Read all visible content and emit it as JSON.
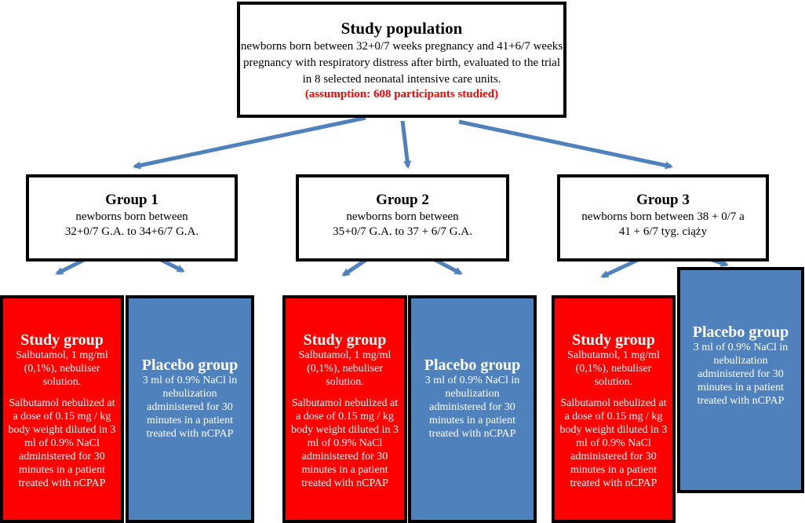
{
  "top": {
    "title": "Study population",
    "line1": "newborns born between 32+0/7 weeks pregnancy and 41+6/7 weeks",
    "line2": "pregnancy with respiratory distress after birth, evaluated to the trial",
    "line3": "in 8 selected neonatal intensive care units.",
    "note": "(assumption: 608 participants studied)"
  },
  "groups": [
    {
      "title": "Group 1",
      "line1": "newborns born between",
      "line2": "32+0/7 G.A. to 34+6/7 G.A."
    },
    {
      "title": "Group 2",
      "line1": "newborns born between",
      "line2": "35+0/7 G.A. to 37 + 6/7 G.A."
    },
    {
      "title": "Group 3",
      "line1": "newborns born between 38 + 0/7 a",
      "line2": "41 + 6/7 tyg. ciąży"
    }
  ],
  "study": {
    "title": "Study group",
    "p1": "Salbutamol, 1 mg/ml (0,1%), nebuliser solution.",
    "p2": "Salbutamol nebulized at a dose of 0.15 mg / kg body weight diluted in 3 ml of 0.9% NaCl administered for 30 minutes in a patient treated with nCPAP"
  },
  "placebo": {
    "title": "Placebo group",
    "text": "3 ml of 0.9% NaCl in nebulization administered for 30 minutes in a patient treated with nCPAP"
  },
  "colors": {
    "study": "#ff0000",
    "placebo": "#4f81bd",
    "arrow": "#4f81bd",
    "note": "#ff0000"
  }
}
